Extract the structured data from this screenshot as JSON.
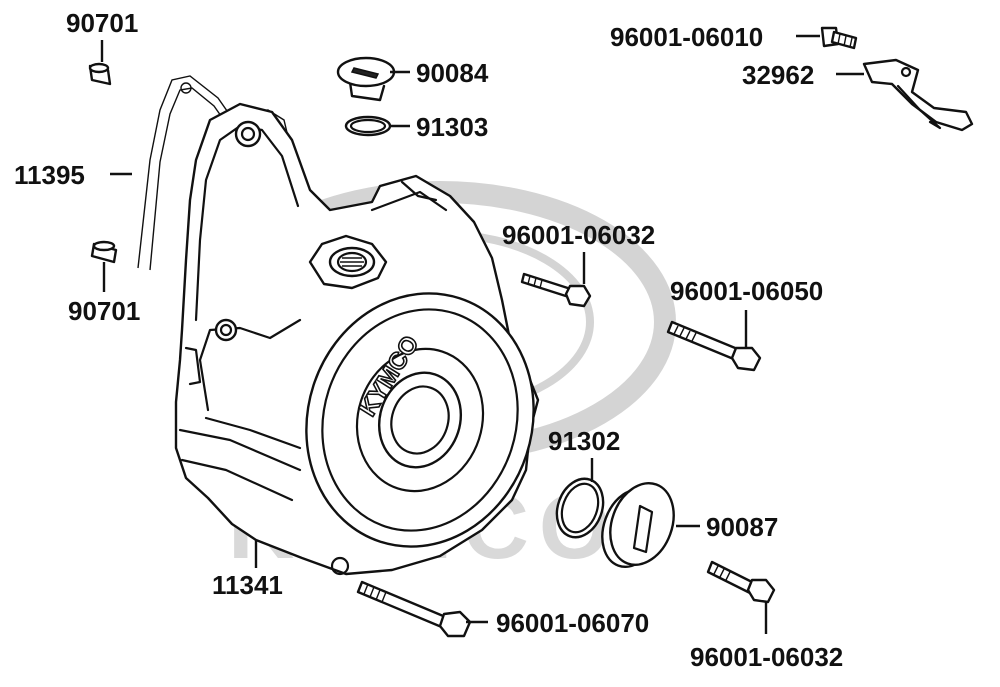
{
  "diagram": {
    "watermark_text": "KYMCO",
    "cover_emboss": "KYMCO",
    "colors": {
      "line": "#111111",
      "watermark": "#d4d4d4",
      "background": "#ffffff"
    }
  },
  "labels": {
    "dowel_top": "90701",
    "dowel_bottom": "90701",
    "gasket": "11395",
    "oil_plug": "90084",
    "oring_small": "91303",
    "bolt_clip": "96001-06010",
    "clip": "32962",
    "bolt_mid": "96001-06032",
    "bolt_long_right": "96001-06050",
    "oring_large": "91302",
    "cap": "90087",
    "cover": "11341",
    "bolt_long_bottom": "96001-06070",
    "bolt_bottom_right": "96001-06032"
  }
}
